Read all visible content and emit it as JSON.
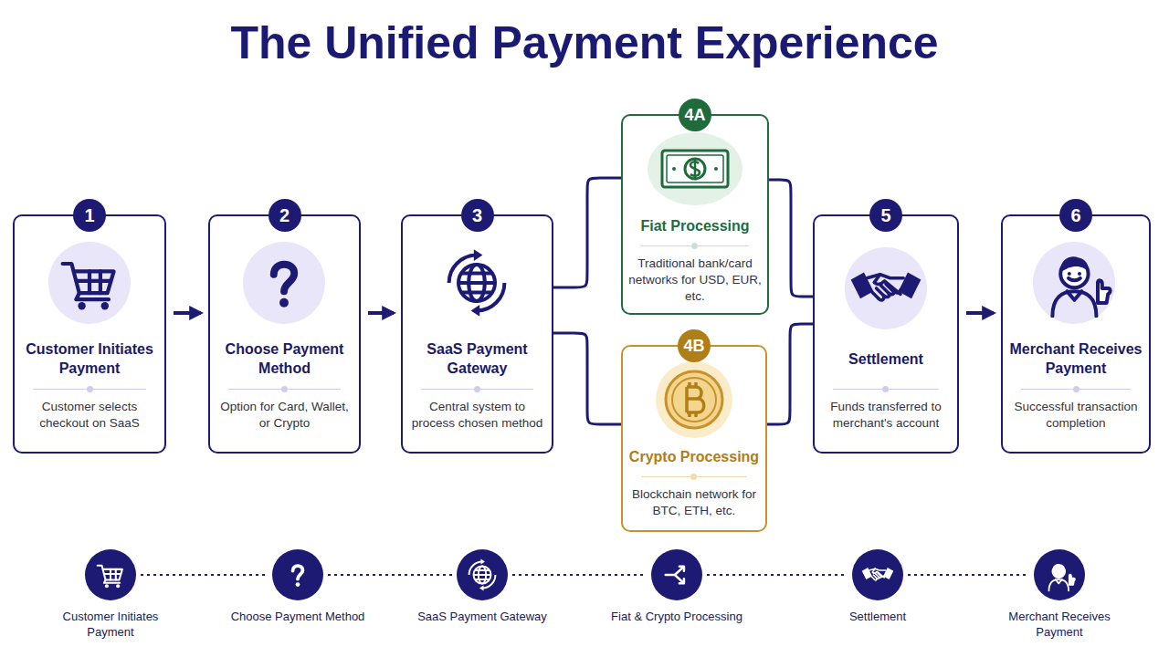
{
  "diagram": {
    "title": "The Unified Payment Experience",
    "nodes": [
      {
        "text": [
          "1",
          "Customer Initiates Payment",
          "Customer selects checkout on SaaS"
        ]
      },
      {
        "text": [
          "2",
          "Choose Payment Method",
          "Option for Card, Wallet, or Crypto"
        ]
      },
      {
        "text": [
          "3",
          "SaaS Payment Gateway",
          "Central system to process chosen method"
        ]
      },
      {
        "text": [
          "4A",
          "Fiat Processing",
          "Traditional bank/card networks for USD, EUR, etc."
        ]
      },
      {
        "text": [
          "4B",
          "Crypto Processing",
          "Blockchain network for BTC, ETH, etc."
        ]
      },
      {
        "text": [
          "5",
          "Settlement",
          "Funds transferred to merchant's account"
        ]
      },
      {
        "text": [
          "6",
          "Merchant Receives Payment",
          "Successful transaction completion"
        ]
      },
      {
        "text": [
          "Customer Initiates Payment"
        ]
      },
      {
        "text": [
          "Choose Payment Method"
        ]
      },
      {
        "text": [
          "SaaS Payment Gateway"
        ]
      },
      {
        "text": [
          "Fiat & Crypto Processing"
        ]
      },
      {
        "text": [
          "Settlement"
        ]
      },
      {
        "text": [
          "Merchant Receives Payment"
        ]
      }
    ],
    "edges": [
      {
        "from": 0,
        "to": 1,
        "arrow": "to"
      },
      {
        "from": 1,
        "to": 2,
        "arrow": "to"
      },
      {
        "from": 2,
        "to": 3,
        "arrow": "none"
      },
      {
        "from": 2,
        "to": 4,
        "arrow": "none"
      },
      {
        "from": 3,
        "to": 5,
        "arrow": "none"
      },
      {
        "from": 4,
        "to": 5,
        "arrow": "none"
      },
      {
        "from": 5,
        "to": 6,
        "arrow": "to"
      },
      {
        "from": 7,
        "to": 8,
        "arrow": "none"
      },
      {
        "from": 8,
        "to": 9,
        "arrow": "none"
      },
      {
        "from": 9,
        "to": 10,
        "arrow": "none"
      },
      {
        "from": 10,
        "to": 11,
        "arrow": "none"
      },
      {
        "from": 11,
        "to": 12,
        "arrow": "none"
      }
    ]
  }
}
